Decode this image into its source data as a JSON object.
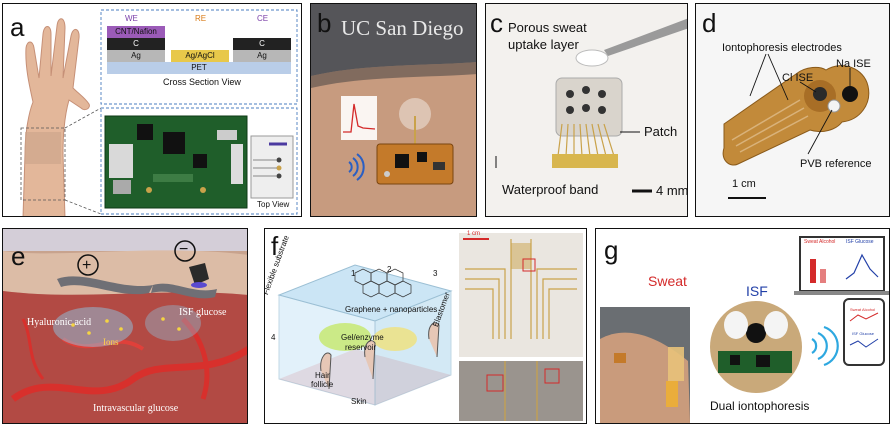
{
  "panels": {
    "a": {
      "label": "a",
      "cross_section": {
        "headers": [
          "WE",
          "RE",
          "CE"
        ],
        "header_colors": [
          "#7a3fa8",
          "#d87a16",
          "#7a3fa8"
        ],
        "layers": {
          "cnt_nafion": "CNT/Nafion",
          "c_we": "C",
          "c_ce": "C",
          "ag_we": "Ag",
          "ag_agcl": "Ag/AgCl",
          "ag_ce": "Ag",
          "pet": "PET"
        },
        "title": "Cross Section View"
      },
      "top_view": "Top View"
    },
    "b": {
      "label": "b",
      "logo": "UC San Diego"
    },
    "c": {
      "label": "c",
      "porous_layer_line1": "Porous sweat",
      "porous_layer_line2": "uptake layer",
      "patch": "Patch",
      "waterproof_band": "Waterproof band",
      "scale": "4 mm"
    },
    "d": {
      "label": "d",
      "iontophoresis": "Iontophoresis electrodes",
      "na_ise": "Na ISE",
      "cl_ise": "Cl ISE",
      "pvb_reference": "PVB reference",
      "scale": "1 cm"
    },
    "e": {
      "label": "e",
      "plus": "+",
      "minus": "−",
      "hyaluronic_acid": "Hyaluronic acid",
      "isf_glucose": "ISF glucose",
      "ions": "Ions",
      "intravascular_glucose": "Intravascular glucose"
    },
    "f": {
      "label": "f",
      "flexible_substrate": "Flexible substrate",
      "elastomer": "Elastomer",
      "graphene": "Graphene + nanoparticles",
      "gel_line1": "Gel/enzyme",
      "gel_line2": "reservoir",
      "hair_follicle_line1": "Hair",
      "hair_follicle_line2": "follicle",
      "skin": "Skin",
      "numbers": [
        "1",
        "2",
        "3",
        "4"
      ],
      "scale": "1 cm"
    },
    "g": {
      "label": "g",
      "sweat": "Sweat",
      "isf": "ISF",
      "sweat_alcohol": "Sweat Alcohol",
      "isf_glucose": "ISF Glucose",
      "dual": "Dual iontophoresis"
    }
  },
  "colors": {
    "pcb_green": "#1f5e2a",
    "flex_orange": "#c47a2a",
    "gold": "#c9a24a",
    "skin": "#d9a488",
    "tissue_red": "#b3403d",
    "label_red": "#d42a2a",
    "label_blue": "#2240a8"
  }
}
